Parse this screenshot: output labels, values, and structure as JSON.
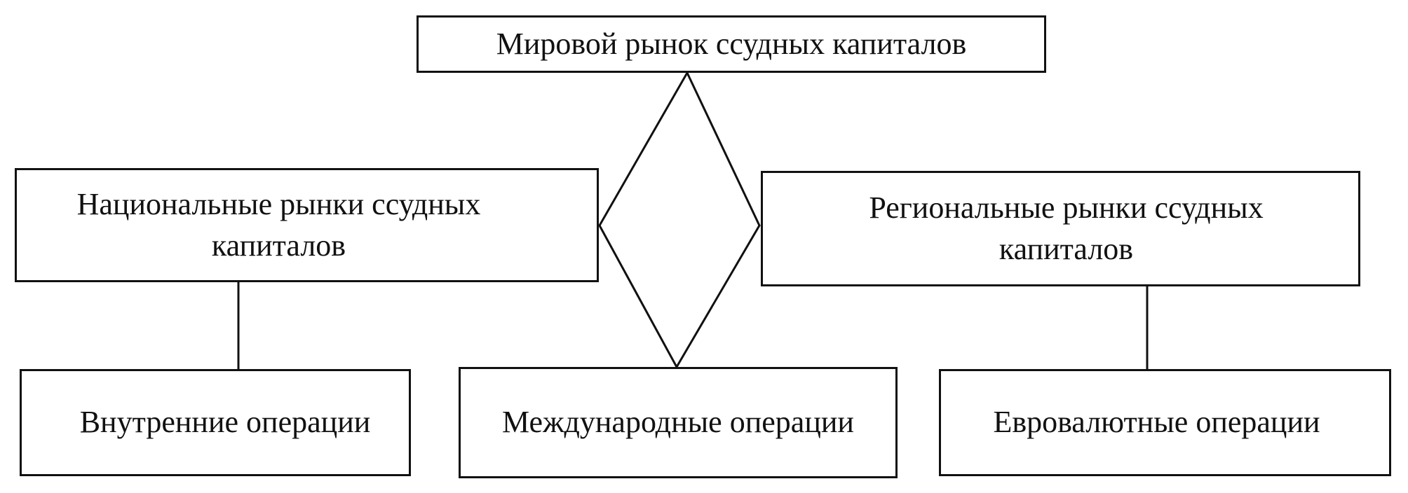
{
  "diagram": {
    "top_box": {
      "label": "Мировой рынок ссудных капиталов"
    },
    "left_box": {
      "line1": "Национальные рынки ссудных",
      "line2": "капиталов"
    },
    "right_box": {
      "line1": "Региональные рынки ссудных",
      "line2": "капиталов"
    },
    "bottom_left_box": {
      "label": "Внутренние операции"
    },
    "bottom_center_box": {
      "label": "Международные операции"
    },
    "bottom_right_box": {
      "label": "Евровалютные операции"
    },
    "line_color": "#111111"
  }
}
